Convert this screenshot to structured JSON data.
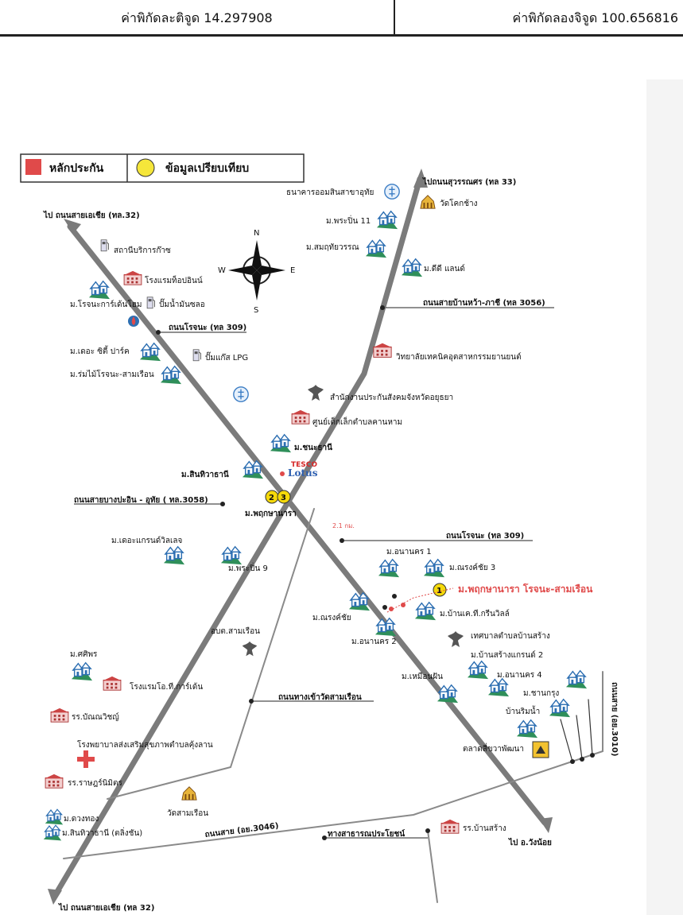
{
  "header": {
    "latitude": "ค่าพิกัดละติจูด 14.297908",
    "longitude": "ค่าพิกัดลองจิจูด 100.656816"
  },
  "legend": {
    "collateral": "หลักประกัน",
    "comparison": "ข้อมูลเปรียบเทียบ"
  },
  "compass": {
    "n": "N",
    "s": "S",
    "e": "E",
    "w": "W"
  },
  "colors": {
    "road": "#8a8a8a",
    "main_road": "#7b7b7b",
    "house_green": "#2f8f5a",
    "collateral_red": "#e04a4a",
    "comparison_yellow": "#f5d90a"
  },
  "roads": {
    "asia_nw": "ไป ถนนสายเอเชีย (ทล.32)",
    "suwannasorn": "ไปถนนสุวรรณศร (ทล 33)",
    "banwa": "ถนนสายบ้านหว้า-ภาชี (ทล 3056)",
    "rojana_top": "ถนนโรจนะ (ทล 309)",
    "bangpain": "ถนนสายบางปะอิน - อุทัย ( ทล.3058)",
    "rojana_right": "ถนนโรจนะ (ทล 309)",
    "watsamruean_rd": "ถนนทางเข้าวัดสามเรือน",
    "ayo3046": "ถนนสาย (อย.3046)",
    "ayo3010": "ถนนสาย (อย.3010)",
    "public_rd": "ทางสาธารณประโยชน์",
    "wangnoi": "ไป อ.วังน้อย",
    "asia_bottom": "ไป ถนนสายเอเชีย (ทล 32)"
  },
  "distance": "2.1 กม.",
  "collateral_label": "ม.พฤกษานารา โรจนะ-สามเรือน",
  "comparison_numbers": [
    "1",
    "2",
    "3"
  ],
  "places": {
    "bank": "ธนาคารออมสินสาขาอุทัย",
    "watkok": "วัดโคกช้าง",
    "pruksa11": "ม.พระปิ่น 11",
    "samut": "ม.สมฤทัยวรรณ",
    "dd": "ม.ดีดี แลนด์",
    "gas": "สถานีบริการก๊าซ",
    "hotel_top": "โรงแรมท็อปอินน์",
    "oil": "ปั๊มน้ำมันซลอ",
    "rojana_garden": "ม.โรจนะการ์เด้นโฮม",
    "city_park": "ม.เดอะ ซิตี้ ปาร์ค",
    "lpg": "ปั๊มแก๊ส LPG",
    "romrai": "ม.ร่มไม้โรจนะ-สามเรือน",
    "college": "วิทยาลัยเทคนิคอุตสาหกรรมยานยนต์",
    "sso": "สำนักงานประกันสังคมจังหวัดอยุธยา",
    "daycare": "ศูนย์เด็กเล็กตำบลคานหาม",
    "chanathani": "ม.ชนะธานี",
    "tesco1": "TESCO",
    "tesco2": "Lotus",
    "sinthawi": "ม.สินทิวาธานี",
    "pruksanara": "ม.พฤกษานารา",
    "grand_village": "ม.เดอะแกรนด์วิลเลจ",
    "prapin9": "ม.พระปิ่น 9",
    "anan1": "ม.อนานคร 1",
    "narong3": "ม.ณรงค์ชัย 3",
    "narong": "ม.ณรงค์ชัย",
    "greenville": "ม.บ้านเค.ที.กรีนวิลล์",
    "anan2": "ม.อนานคร 2",
    "obt": "อบต.สามเรือน",
    "tessaban": "เทศบาลตำบลบ้านสร้าง",
    "bansang_grand": "ม.บ้านสร้างแกรนด์ 2",
    "anan4": "ม.อนานคร 4",
    "muenfan": "ม.เหมือนฝัน",
    "chankrung": "ม.ชานกรุง",
    "banrimnam": "บ้านริมน้ำ",
    "sakphon": "ม.ศศิพร",
    "ot_garden": "โรงแรมโอ.ที.การ์เด้น",
    "school_banna": "รร.บัณณวิชญ์",
    "hospital": "โรงพยาบาลส่งเสริมสุขภาพตำบลคุ้งลาน",
    "school_rat": "รร.ราษฎร์นิมิตร",
    "market": "ตลาดสี่ขวาพัฒนา",
    "watsamruean": "วัดสามเรือน",
    "duangthong": "ม.ดวงทอง",
    "sinthawi_ext": "ม.สินทิวาธานี (ตลิ่งชัน)",
    "school_bansang": "รร.บ้านสร้าง"
  }
}
